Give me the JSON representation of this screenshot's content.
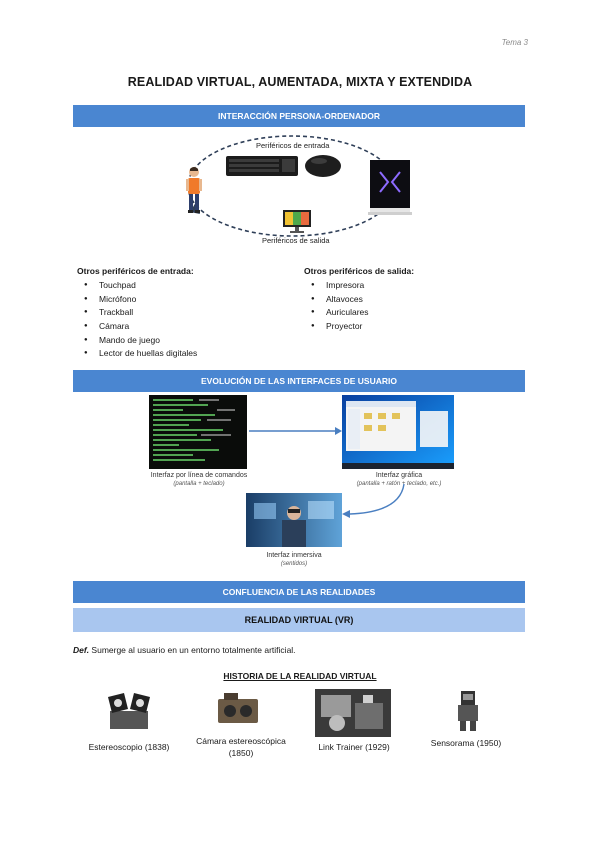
{
  "header": {
    "page_tag": "Tema 3"
  },
  "title": "REALIDAD VIRTUAL, AUMENTADA, MIXTA Y EXTENDIDA",
  "section1": {
    "bar": "INTERACCIÓN PERSONA-ORDENADOR",
    "input_label": "Periféricos de entrada",
    "output_label": "Periféricos de salida",
    "input_list": {
      "heading": "Otros periféricos de entrada:",
      "items": [
        "Touchpad",
        "Micrófono",
        "Trackball",
        "Cámara",
        "Mando de juego",
        "Lector de huellas digitales"
      ]
    },
    "output_list": {
      "heading": "Otros periféricos de salida:",
      "items": [
        "Impresora",
        "Altavoces",
        "Auriculares",
        "Proyector"
      ]
    }
  },
  "section2": {
    "bar": "EVOLUCIÓN DE LAS INTERFACES DE USUARIO",
    "cli": {
      "label": "Interfaz por línea de comandos",
      "sub": "(pantalla + teclado)"
    },
    "gui": {
      "label": "Interfaz gráfica",
      "sub": "(pantalla + ratón + teclado, etc.)"
    },
    "immersive": {
      "label": "Interfaz inmersiva",
      "sub": "(sentidos)"
    }
  },
  "section3": {
    "bar": "CONFLUENCIA DE LAS REALIDADES",
    "subbar": "REALIDAD VIRTUAL (VR)",
    "def_label": "Def.",
    "def_text": " Sumerge al usuario en un entorno totalmente artificial.",
    "history_title": "HISTORIA DE LA REALIDAD VIRTUAL",
    "history": [
      {
        "label": "Estereoscopio (1838)"
      },
      {
        "label": "Cámara estereoscópica (1850)"
      },
      {
        "label": "Link Trainer (1929)"
      },
      {
        "label": "Sensorama (1950)"
      }
    ]
  },
  "colors": {
    "bar_blue": "#4a86d1",
    "bar_light": "#a9c6ef",
    "arrow_blue": "#4a7fc1"
  }
}
